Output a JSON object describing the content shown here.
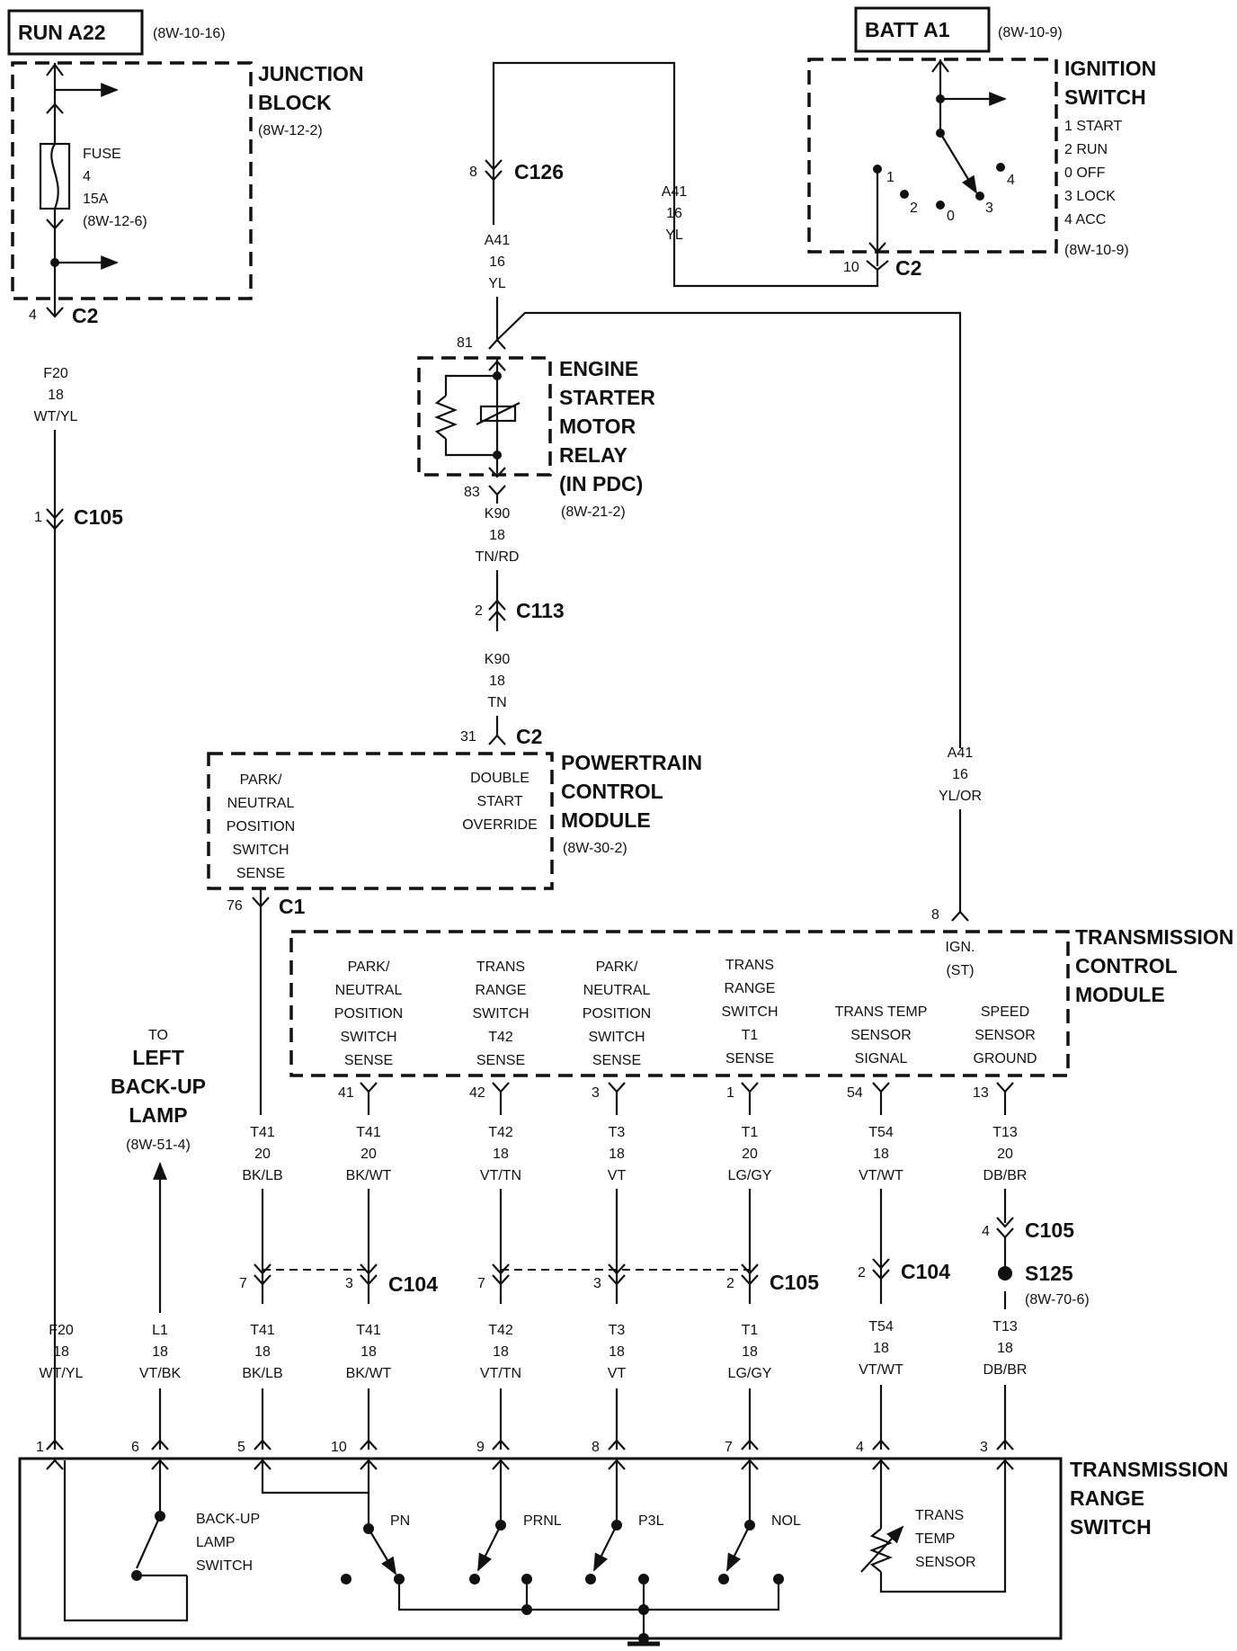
{
  "sources": {
    "run": {
      "label": "RUN A22",
      "ref": "(8W-10-16)"
    },
    "batt": {
      "label": "BATT A1",
      "ref": "(8W-10-9)"
    }
  },
  "junction_block": {
    "title": [
      "JUNCTION",
      "BLOCK"
    ],
    "ref": "(8W-12-2)",
    "fuse": [
      "FUSE",
      "4",
      "15A",
      "(8W-12-6)"
    ]
  },
  "ignition_switch": {
    "title": [
      "IGNITION",
      "SWITCH"
    ],
    "positions": [
      "1 START",
      "2 RUN",
      "0 OFF",
      "3 LOCK",
      "4 ACC"
    ],
    "ref": "(8W-10-9)",
    "contacts": [
      "1",
      "2",
      "0",
      "3",
      "4"
    ]
  },
  "relay": {
    "title": [
      "ENGINE",
      "STARTER",
      "MOTOR",
      "RELAY",
      "(IN PDC)"
    ],
    "ref": "(8W-21-2)"
  },
  "pcm": {
    "title": [
      "POWERTRAIN",
      "CONTROL",
      "MODULE"
    ],
    "ref": "(8W-30-2)",
    "pins": [
      [
        "PARK/",
        "NEUTRAL",
        "POSITION",
        "SWITCH",
        "SENSE"
      ],
      [
        "DOUBLE",
        "START",
        "OVERRIDE"
      ]
    ]
  },
  "tcm": {
    "title": [
      "TRANSMISSION",
      "CONTROL",
      "MODULE"
    ],
    "ign": [
      "IGN.",
      "(ST)"
    ],
    "pins": [
      [
        "PARK/",
        "NEUTRAL",
        "POSITION",
        "SWITCH",
        "SENSE"
      ],
      [
        "TRANS",
        "RANGE",
        "SWITCH",
        "T42",
        "SENSE"
      ],
      [
        "PARK/",
        "NEUTRAL",
        "POSITION",
        "SWITCH",
        "SENSE"
      ],
      [
        "TRANS",
        "RANGE",
        "SWITCH",
        "T1",
        "SENSE"
      ],
      [
        "TRANS TEMP",
        "SENSOR",
        "SIGNAL"
      ],
      [
        "SPEED",
        "SENSOR",
        "GROUND"
      ]
    ]
  },
  "trs": {
    "title": [
      "TRANSMISSION",
      "RANGE",
      "SWITCH"
    ],
    "switches": [
      "PN",
      "PRNL",
      "P3L",
      "NOL"
    ],
    "backup": [
      "BACK-UP",
      "LAMP",
      "SWITCH"
    ],
    "temp": [
      "TRANS",
      "TEMP",
      "SENSOR"
    ]
  },
  "backup_lamp": {
    "to": "TO",
    "title": [
      "LEFT",
      "BACK-UP",
      "LAMP"
    ],
    "ref": "(8W-51-4)"
  },
  "connectors": [
    {
      "pin": "4",
      "name": "C2"
    },
    {
      "pin": "1",
      "name": "C105"
    },
    {
      "pin": "8",
      "name": "C126"
    },
    {
      "pin": "10",
      "name": "C2"
    },
    {
      "pin": "81",
      "name": ""
    },
    {
      "pin": "83",
      "name": ""
    },
    {
      "pin": "2",
      "name": "C113"
    },
    {
      "pin": "31",
      "name": "C2"
    },
    {
      "pin": "76",
      "name": "C1"
    },
    {
      "pin": "8",
      "name": ""
    },
    {
      "pin": "7",
      "name": ""
    },
    {
      "pin": "3",
      "name": "C104"
    },
    {
      "pin": "7",
      "name": ""
    },
    {
      "pin": "3",
      "name": ""
    },
    {
      "pin": "2",
      "name": "C105"
    },
    {
      "pin": "2",
      "name": "C104"
    },
    {
      "pin": "4",
      "name": "C105"
    },
    {
      "pin": "41",
      "name": ""
    },
    {
      "pin": "42",
      "name": ""
    },
    {
      "pin": "3",
      "name": ""
    },
    {
      "pin": "1",
      "name": ""
    },
    {
      "pin": "54",
      "name": ""
    },
    {
      "pin": "13",
      "name": ""
    },
    {
      "pin": "1",
      "name": ""
    },
    {
      "pin": "6",
      "name": ""
    },
    {
      "pin": "5",
      "name": ""
    },
    {
      "pin": "10",
      "name": ""
    },
    {
      "pin": "9",
      "name": ""
    },
    {
      "pin": "8",
      "name": ""
    },
    {
      "pin": "7",
      "name": ""
    },
    {
      "pin": "4",
      "name": ""
    },
    {
      "pin": "3",
      "name": ""
    }
  ],
  "splice": {
    "name": "S125",
    "ref": "(8W-70-6)"
  },
  "wires": [
    [
      "F20",
      "18",
      "WT/YL"
    ],
    [
      "A41",
      "16",
      "YL"
    ],
    [
      "A41",
      "16",
      "YL"
    ],
    [
      "K90",
      "18",
      "TN/RD"
    ],
    [
      "K90",
      "18",
      "TN"
    ],
    [
      "A41",
      "16",
      "YL/OR"
    ],
    [
      "T41",
      "20",
      "BK/LB"
    ],
    [
      "T41",
      "20",
      "BK/WT"
    ],
    [
      "T42",
      "18",
      "VT/TN"
    ],
    [
      "T3",
      "18",
      "VT"
    ],
    [
      "T1",
      "20",
      "LG/GY"
    ],
    [
      "T54",
      "18",
      "VT/WT"
    ],
    [
      "T13",
      "20",
      "DB/BR"
    ],
    [
      "F20",
      "18",
      "WT/YL"
    ],
    [
      "L1",
      "18",
      "VT/BK"
    ],
    [
      "T41",
      "18",
      "BK/LB"
    ],
    [
      "T41",
      "18",
      "BK/WT"
    ],
    [
      "T42",
      "18",
      "VT/TN"
    ],
    [
      "T3",
      "18",
      "VT"
    ],
    [
      "T1",
      "18",
      "LG/GY"
    ],
    [
      "T54",
      "18",
      "VT/WT"
    ],
    [
      "T13",
      "18",
      "DB/BR"
    ]
  ]
}
